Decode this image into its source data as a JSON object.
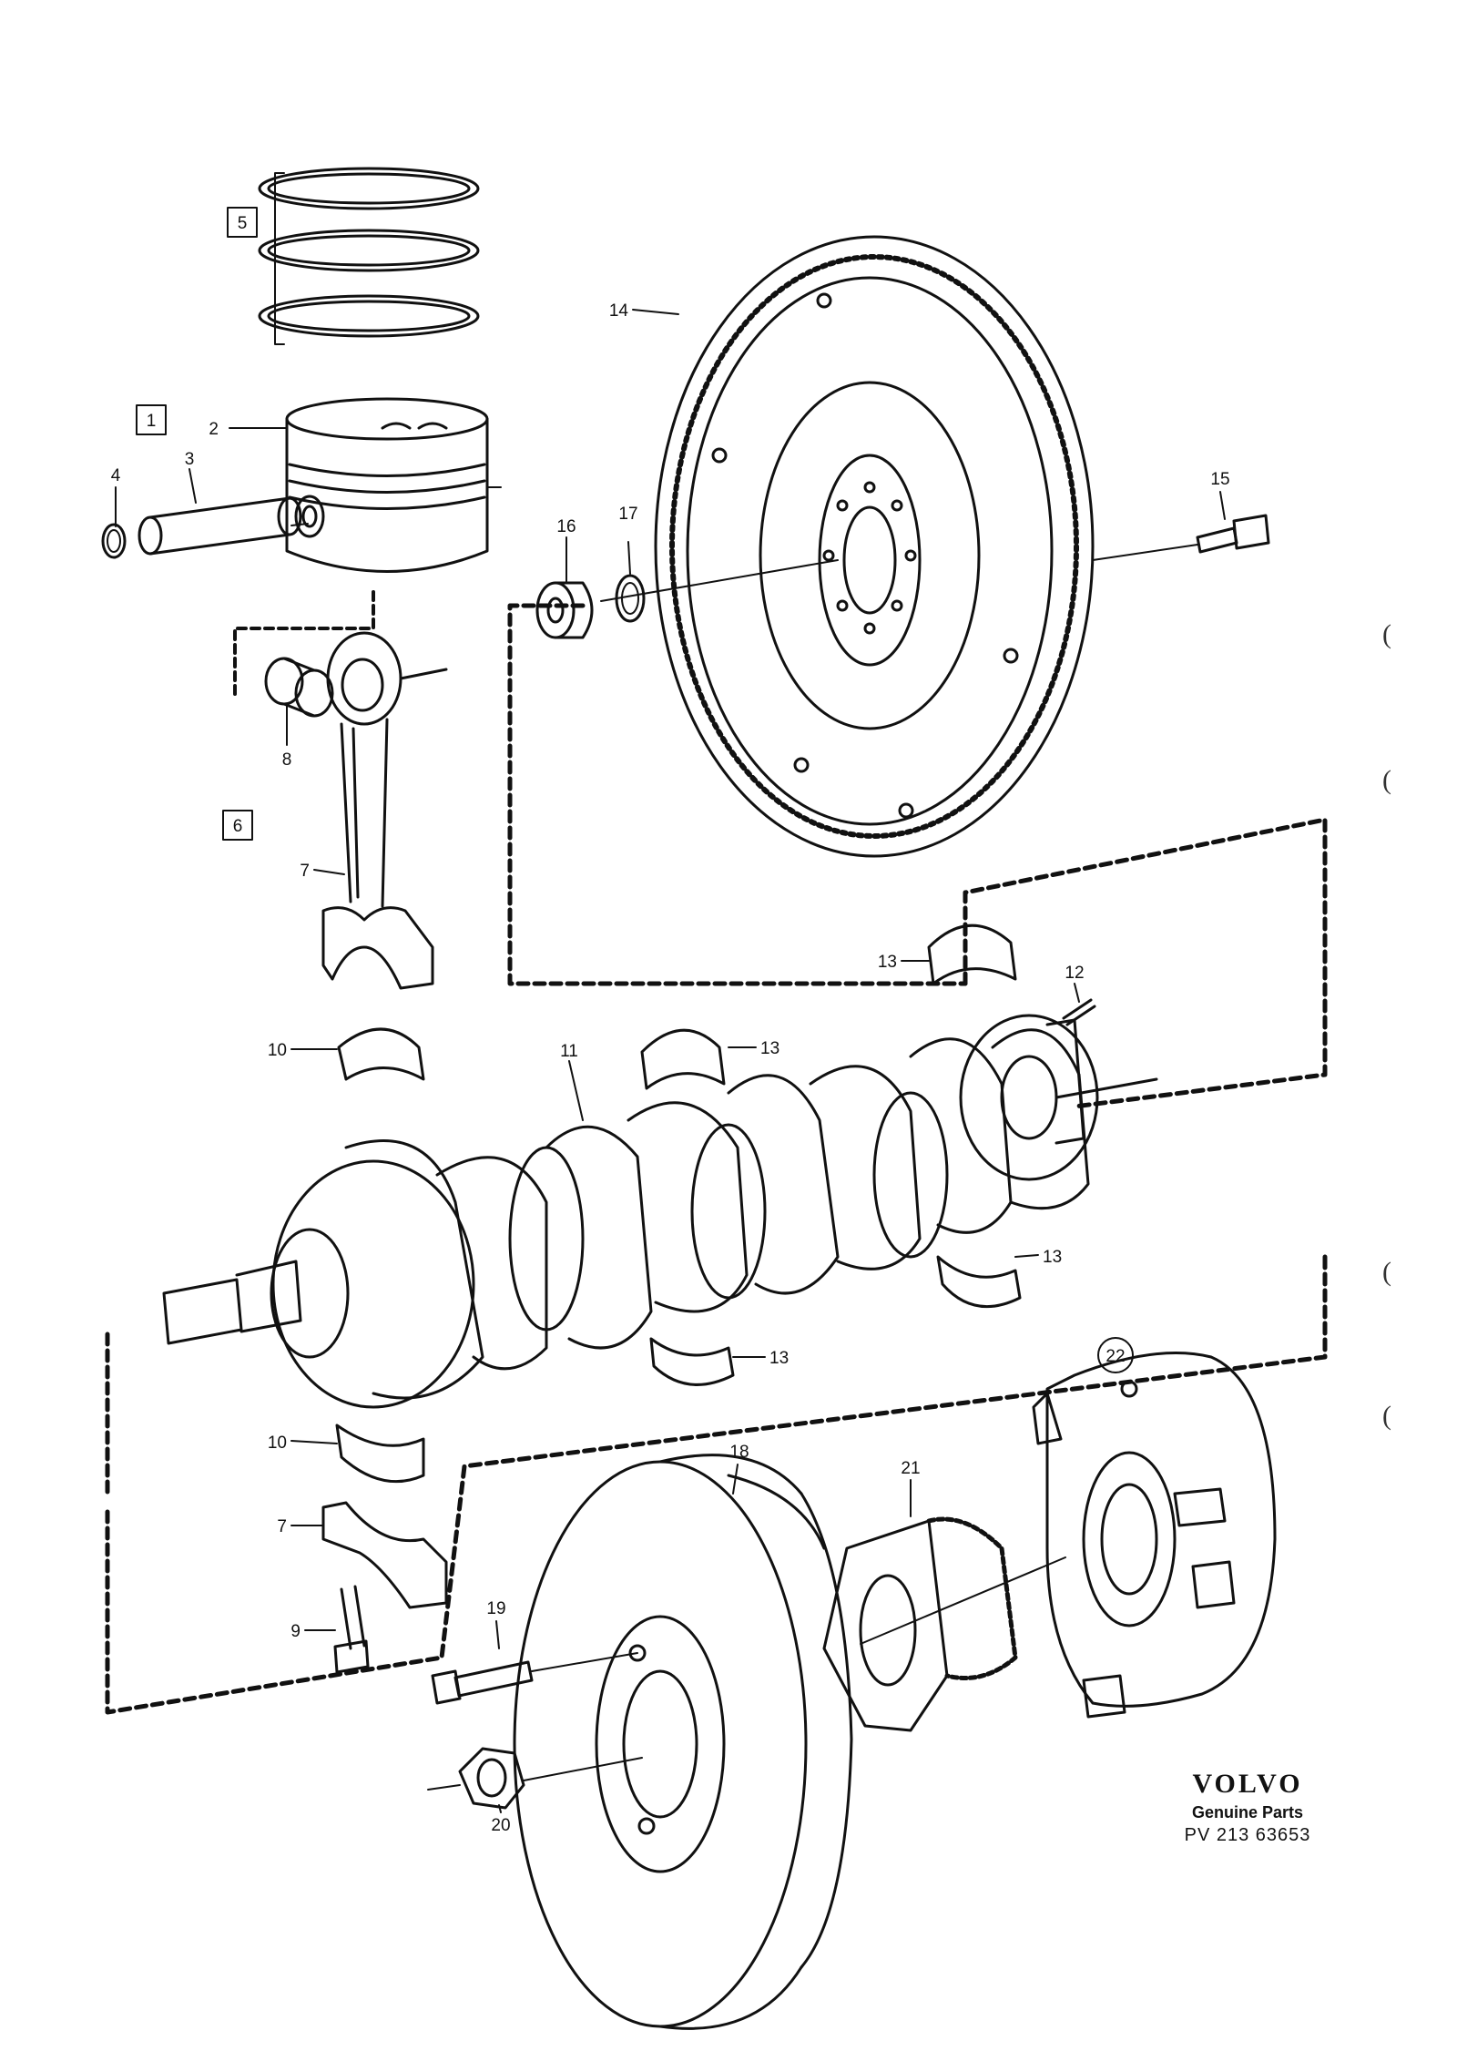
{
  "callouts": {
    "c1": "1",
    "c2": "2",
    "c3": "3",
    "c4": "4",
    "c5": "5",
    "c6": "6",
    "c7a": "7",
    "c7b": "7",
    "c8": "8",
    "c9": "9",
    "c10a": "10",
    "c10b": "10",
    "c11": "11",
    "c12": "12",
    "c13a": "13",
    "c13b": "13",
    "c13c": "13",
    "c13d": "13",
    "c14": "14",
    "c15": "15",
    "c16": "16",
    "c17": "17",
    "c18": "18",
    "c19": "19",
    "c20": "20",
    "c21": "21",
    "c22": "22"
  },
  "brand": {
    "name": "VOLVO",
    "subtitle": "Genuine Parts",
    "code": "PV 213 63653"
  },
  "margin_marks": [
    "(",
    "(",
    "(",
    "("
  ]
}
